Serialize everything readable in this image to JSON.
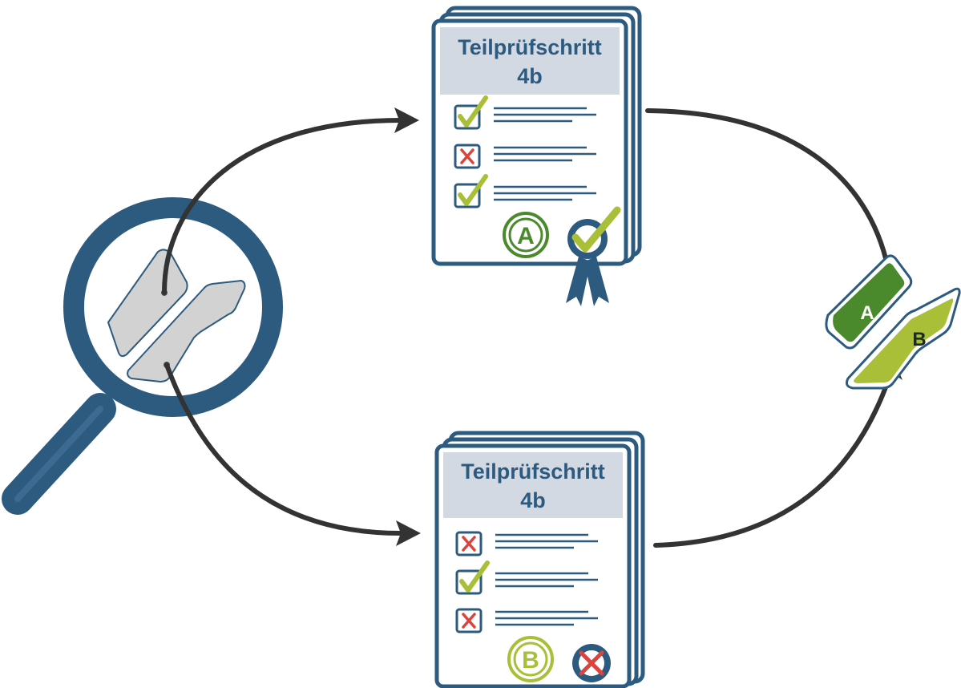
{
  "top_document": {
    "title_line1": "Teilprüfschritt",
    "title_line2": "4b",
    "checklist": [
      "check",
      "cross",
      "check"
    ],
    "grade": "A",
    "seal": "check"
  },
  "bottom_document": {
    "title_line1": "Teilprüfschritt",
    "title_line2": "4b",
    "checklist": [
      "cross",
      "check",
      "cross"
    ],
    "grade": "B",
    "seal": "cross"
  },
  "result_tags": [
    "A",
    "B"
  ],
  "colors": {
    "navy": "#2d5b80",
    "header_bg": "#d3d9e3",
    "green_dark": "#4a8a2c",
    "green_light": "#a9bf37",
    "red": "#d9453c",
    "arrow": "#333333",
    "part_fill": "#d2d2d2"
  }
}
